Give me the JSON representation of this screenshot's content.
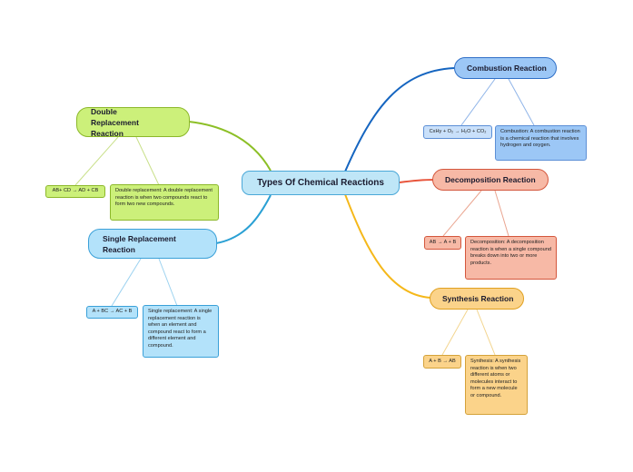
{
  "central": "Types Of Chemical Reactions",
  "topics": {
    "combustion": {
      "title": "Combustion Reaction",
      "formula": "CxHy + O₂ → H₂O + CO₂",
      "description": "Combustion: A combustion reaction is a chemical reaction that involves hydrogen and oxygen.",
      "colors": {
        "fill": "#9cc7f6",
        "border": "#2f6fc7",
        "line": "#1565c0",
        "sub_fill": "#c9e0fa"
      }
    },
    "decomposition": {
      "title": "Decomposition Reaction",
      "formula": "AB → A + B",
      "description": "Decomposition: A decomposition reaction is when a single compound breaks down into two or more products.",
      "colors": {
        "fill": "#f7b9a6",
        "border": "#d4573d",
        "line": "#e8553c"
      }
    },
    "synthesis": {
      "title": "Synthesis Reaction",
      "formula": "A + B → AB",
      "description": "Synthesis: A synthesis reaction is when two different atoms or molecules interact to form a new molecule or compound.",
      "colors": {
        "fill": "#fbd38a",
        "border": "#e0a020",
        "line": "#f5b81a"
      }
    },
    "double_replacement": {
      "title": "Double Replacement Reaction",
      "formula": "AB+ CD → AD + CB",
      "description": "Double replacement: A double replacement reaction is when two compounds react to form two new compounds.",
      "colors": {
        "fill": "#ccf07a",
        "border": "#8cb82a",
        "line": "#8cbf26"
      }
    },
    "single_replacement": {
      "title": "Single Replacement Reaction",
      "formula": "A + BC → AC + B",
      "description": "Single replacement: A single replacement reaction is when an element and compound react to form a different element and compound.",
      "colors": {
        "fill": "#b3e2fa",
        "border": "#3aa0d8",
        "line": "#2aa0d4"
      }
    }
  }
}
